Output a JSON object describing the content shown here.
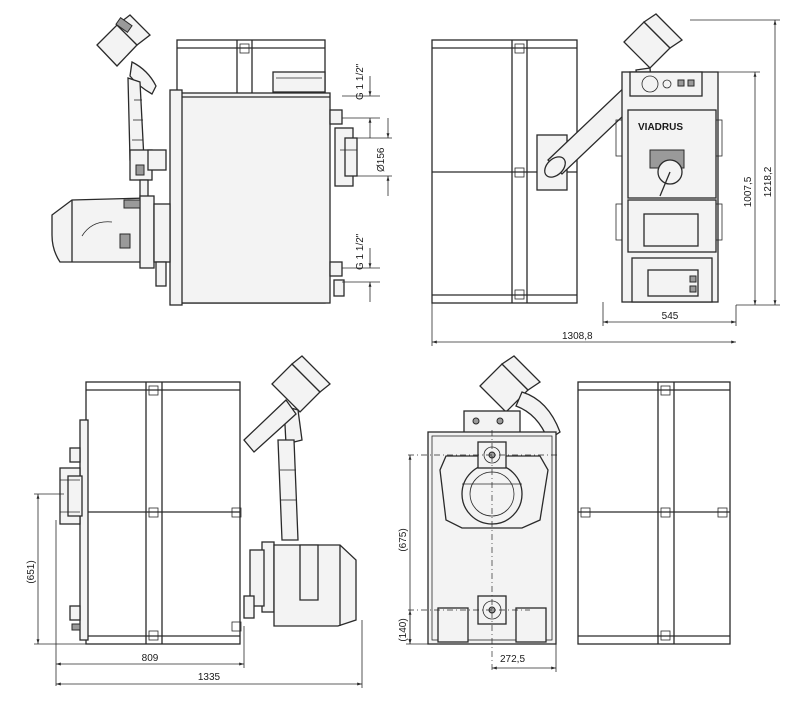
{
  "brand": {
    "logo_text": "VIADRUS"
  },
  "dimensions": {
    "connection_top": "G 1 1/2\"",
    "connection_bottom": "G 1 1/2\"",
    "flue_diameter": "Ø156",
    "total_height": "1218,2",
    "boiler_height": "1007,5",
    "total_width": "1308,8",
    "boiler_width": "545",
    "flue_axis_height": "(651)",
    "side_depth": "809",
    "side_total": "1335",
    "upper_axis_height": "(675)",
    "lower_axis_height": "(140)",
    "flue_offset": "272,5"
  }
}
